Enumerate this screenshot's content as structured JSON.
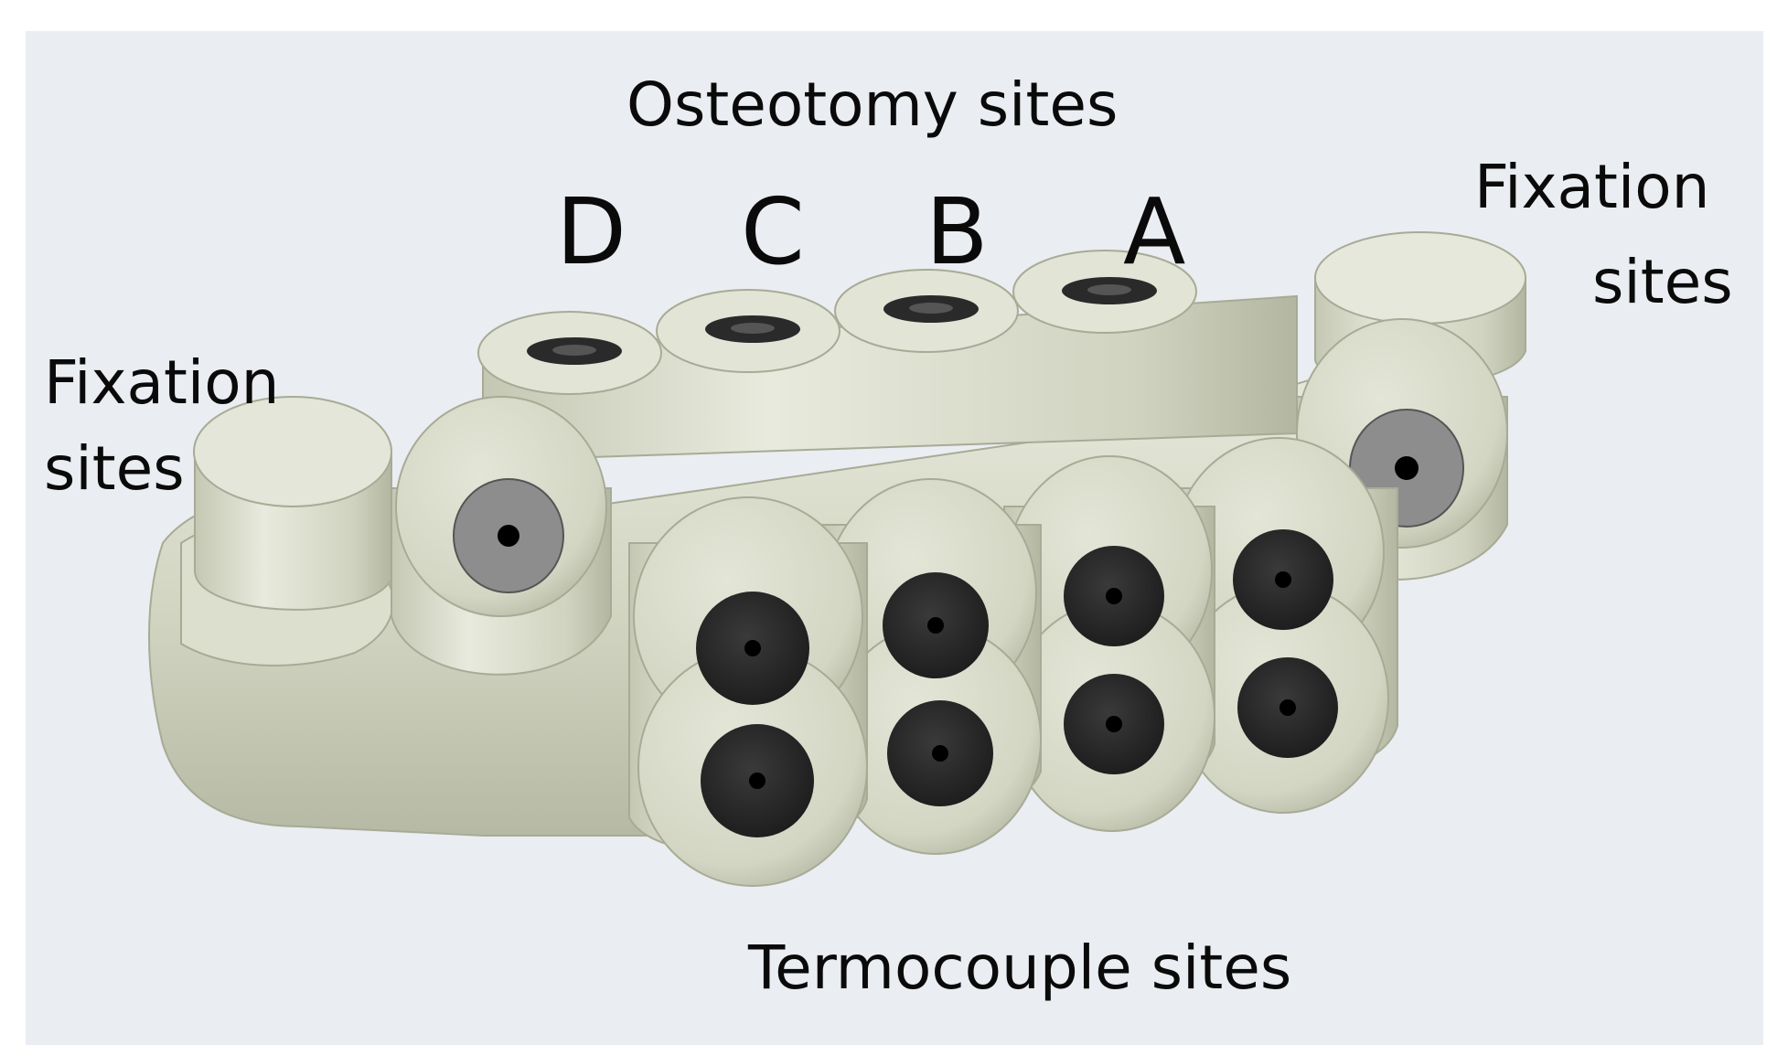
{
  "labels": {
    "osteotomy": "Osteotomy sites",
    "termocouple": "Termocouple sites",
    "fixation_left_1": "Fixation",
    "fixation_left_2": "sites",
    "fixation_right_1": "Fixation",
    "fixation_right_2": "sites"
  },
  "osteotomy_letters": [
    "D",
    "C",
    "B",
    "A"
  ],
  "colors": {
    "background": "#eaedf1",
    "guide_body": "#d5d8c6",
    "guide_shadow": "#a9ad98",
    "guide_highlight": "#eef0e4",
    "hole_dark": "#262626",
    "hole_grey": "#8c8c8c"
  }
}
